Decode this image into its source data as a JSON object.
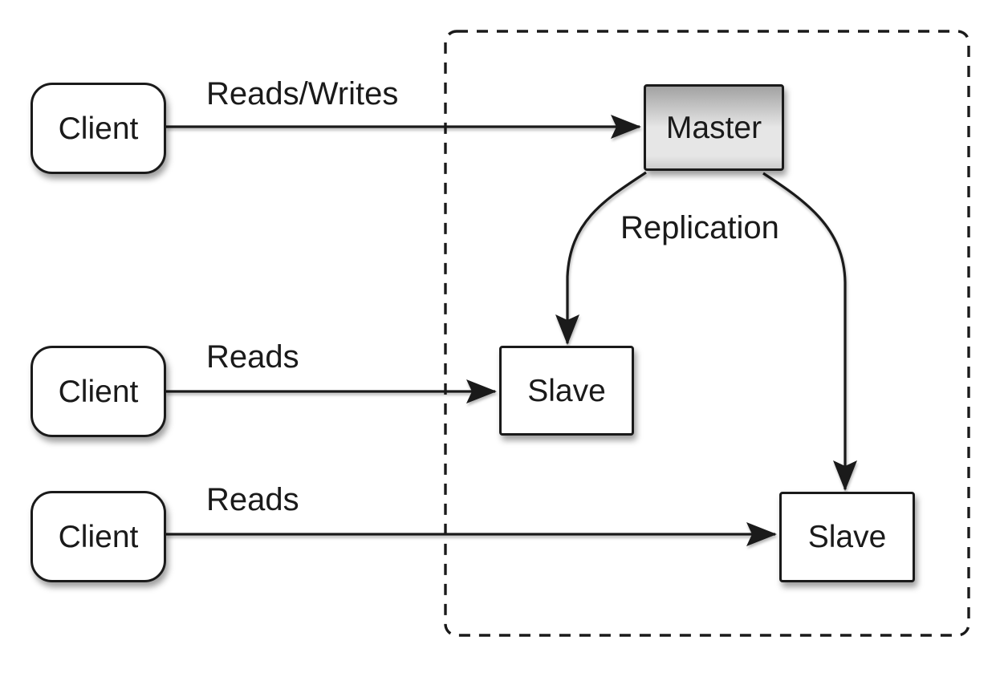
{
  "colors": {
    "background": "#ffffff",
    "line": "#1a1a1a",
    "text": "#1a1a1a",
    "node_fill": "#ffffff",
    "master_gradient_top": "#a2a2a2",
    "master_gradient_mid": "#e6e6e6",
    "master_gradient_bottom": "#cccccc"
  },
  "nodes": [
    {
      "id": "client-1",
      "label": "Client",
      "shape": "rounded"
    },
    {
      "id": "client-2",
      "label": "Client",
      "shape": "rounded"
    },
    {
      "id": "client-3",
      "label": "Client",
      "shape": "rounded"
    },
    {
      "id": "master",
      "label": "Master",
      "shape": "rect"
    },
    {
      "id": "slave-1",
      "label": "Slave",
      "shape": "rect"
    },
    {
      "id": "slave-2",
      "label": "Slave",
      "shape": "rect"
    }
  ],
  "edges": [
    {
      "from": "client-1",
      "to": "master",
      "label": "Reads/Writes",
      "style": "straight"
    },
    {
      "from": "client-2",
      "to": "slave-1",
      "label": "Reads",
      "style": "straight"
    },
    {
      "from": "client-3",
      "to": "slave-2",
      "label": "Reads",
      "style": "straight"
    },
    {
      "from": "master",
      "to": "slave-1",
      "label": "Replication",
      "style": "curved"
    },
    {
      "from": "master",
      "to": "slave-2",
      "label": "",
      "style": "curved"
    }
  ],
  "cluster": {
    "style": "dashed",
    "contains": [
      "master",
      "slave-1",
      "slave-2"
    ]
  }
}
